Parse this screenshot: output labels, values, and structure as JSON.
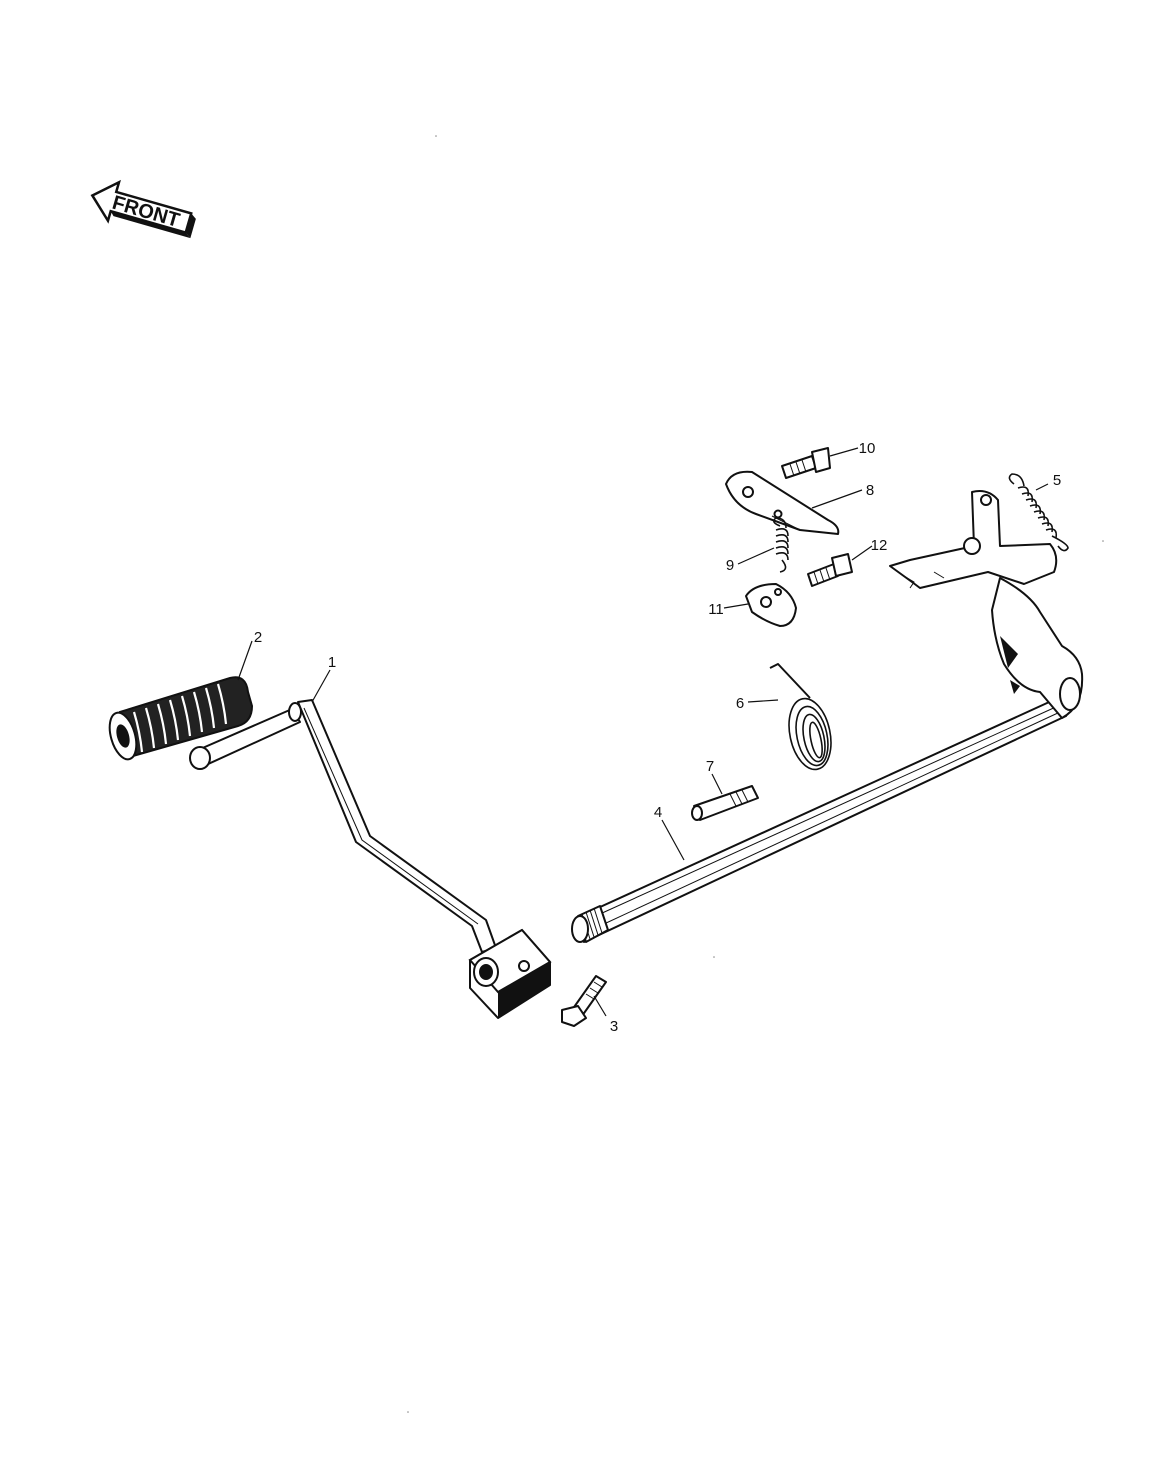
{
  "front_label": "FRONT",
  "callouts": [
    {
      "id": "c1",
      "text": "1"
    },
    {
      "id": "c2",
      "text": "2"
    },
    {
      "id": "c3",
      "text": "3"
    },
    {
      "id": "c4",
      "text": "4"
    },
    {
      "id": "c5",
      "text": "5"
    },
    {
      "id": "c6",
      "text": "6"
    },
    {
      "id": "c7",
      "text": "7"
    },
    {
      "id": "c8",
      "text": "8"
    },
    {
      "id": "c9",
      "text": "9"
    },
    {
      "id": "c10",
      "text": "10"
    },
    {
      "id": "c11",
      "text": "11"
    },
    {
      "id": "c12",
      "text": "12"
    }
  ]
}
